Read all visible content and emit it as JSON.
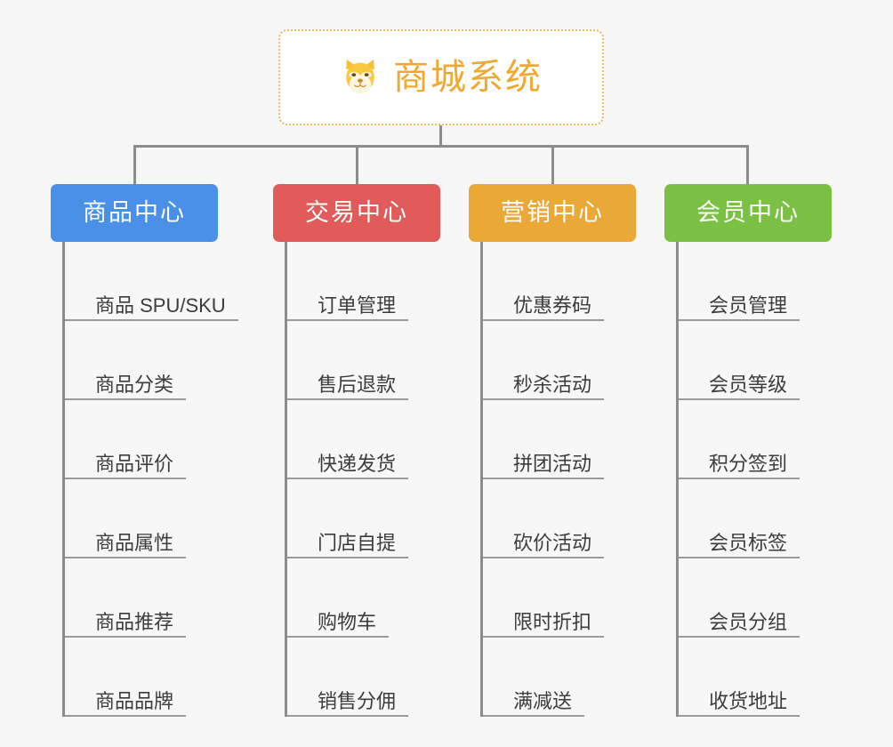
{
  "root": {
    "title": "商城系统",
    "icon": "shiba-dog-icon",
    "text_color": "#efa832",
    "border_color": "#f0b956",
    "background": "#ffffff"
  },
  "canvas": {
    "background": "#f7f7f7",
    "line_color": "#8c8c8c"
  },
  "columns": [
    {
      "label": "商品中心",
      "color": "#4a90e8",
      "items": [
        "商品 SPU/SKU",
        "商品分类",
        "商品评价",
        "商品属性",
        "商品推荐",
        "商品品牌"
      ]
    },
    {
      "label": "交易中心",
      "color": "#e15b5b",
      "items": [
        "订单管理",
        "售后退款",
        "快递发货",
        "门店自提",
        "购物车",
        "销售分佣"
      ]
    },
    {
      "label": "营销中心",
      "color": "#eaa936",
      "items": [
        "优惠券码",
        "秒杀活动",
        "拼团活动",
        "砍价活动",
        "限时折扣",
        "满减送"
      ]
    },
    {
      "label": "会员中心",
      "color": "#7ac143",
      "items": [
        "会员管理",
        "会员等级",
        "积分签到",
        "会员标签",
        "会员分组",
        "收货地址"
      ]
    }
  ]
}
